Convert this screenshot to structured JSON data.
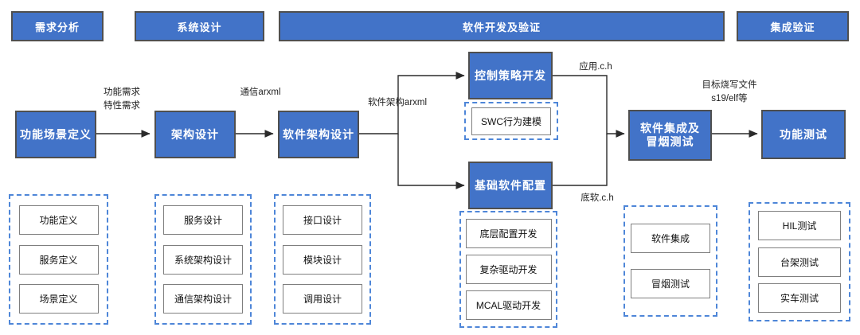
{
  "phases": [
    {
      "label": "需求分析"
    },
    {
      "label": "系统设计"
    },
    {
      "label": "软件开发及验证"
    },
    {
      "label": "集成验证"
    }
  ],
  "nodes": {
    "function_scene": {
      "label": "功能场景定义"
    },
    "architecture": {
      "label": "架构设计"
    },
    "software_architecture": {
      "label": "软件架构设计"
    },
    "control_strategy": {
      "label": "控制策略开发"
    },
    "swc_modeling": {
      "label": "SWC行为建模"
    },
    "basic_software": {
      "label": "基础软件配置"
    },
    "integration_smoke": {
      "line1": "软件集成及",
      "line2": "冒烟测试"
    },
    "function_test": {
      "label": "功能测试"
    }
  },
  "edge_labels": {
    "requirements": {
      "line1": "功能需求",
      "line2": "特性需求"
    },
    "comm_arxml": {
      "label": "通信arxml"
    },
    "sw_arch_arxml": {
      "label": "软件架构arxml"
    },
    "app_ch": {
      "label": "应用.c.h"
    },
    "bsw_ch": {
      "label": "底软.c.h"
    },
    "flash_file": {
      "line1": "目标烧写文件",
      "line2": "s19/elf等"
    }
  },
  "detail_groups": [
    {
      "id": "function-scene-details",
      "items": [
        "功能定义",
        "服务定义",
        "场景定义"
      ]
    },
    {
      "id": "architecture-details",
      "items": [
        "服务设计",
        "系统架构设计",
        "通信架构设计"
      ]
    },
    {
      "id": "software-architecture-details",
      "items": [
        "接口设计",
        "模块设计",
        "调用设计"
      ]
    },
    {
      "id": "basic-software-details",
      "items": [
        "底层配置开发",
        "复杂驱动开发",
        "MCAL驱动开发"
      ]
    },
    {
      "id": "integration-details",
      "items": [
        "软件集成",
        "冒烟测试"
      ]
    },
    {
      "id": "test-details",
      "items": [
        "HIL测试",
        "台架测试",
        "实车测试"
      ]
    }
  ],
  "colors": {
    "node_fill": "#4273C8",
    "node_border": "#4f4f4f",
    "dashed_border": "#4E86D8",
    "detail_border": "#7f7f7f",
    "arrow": "#2b2b2b"
  }
}
